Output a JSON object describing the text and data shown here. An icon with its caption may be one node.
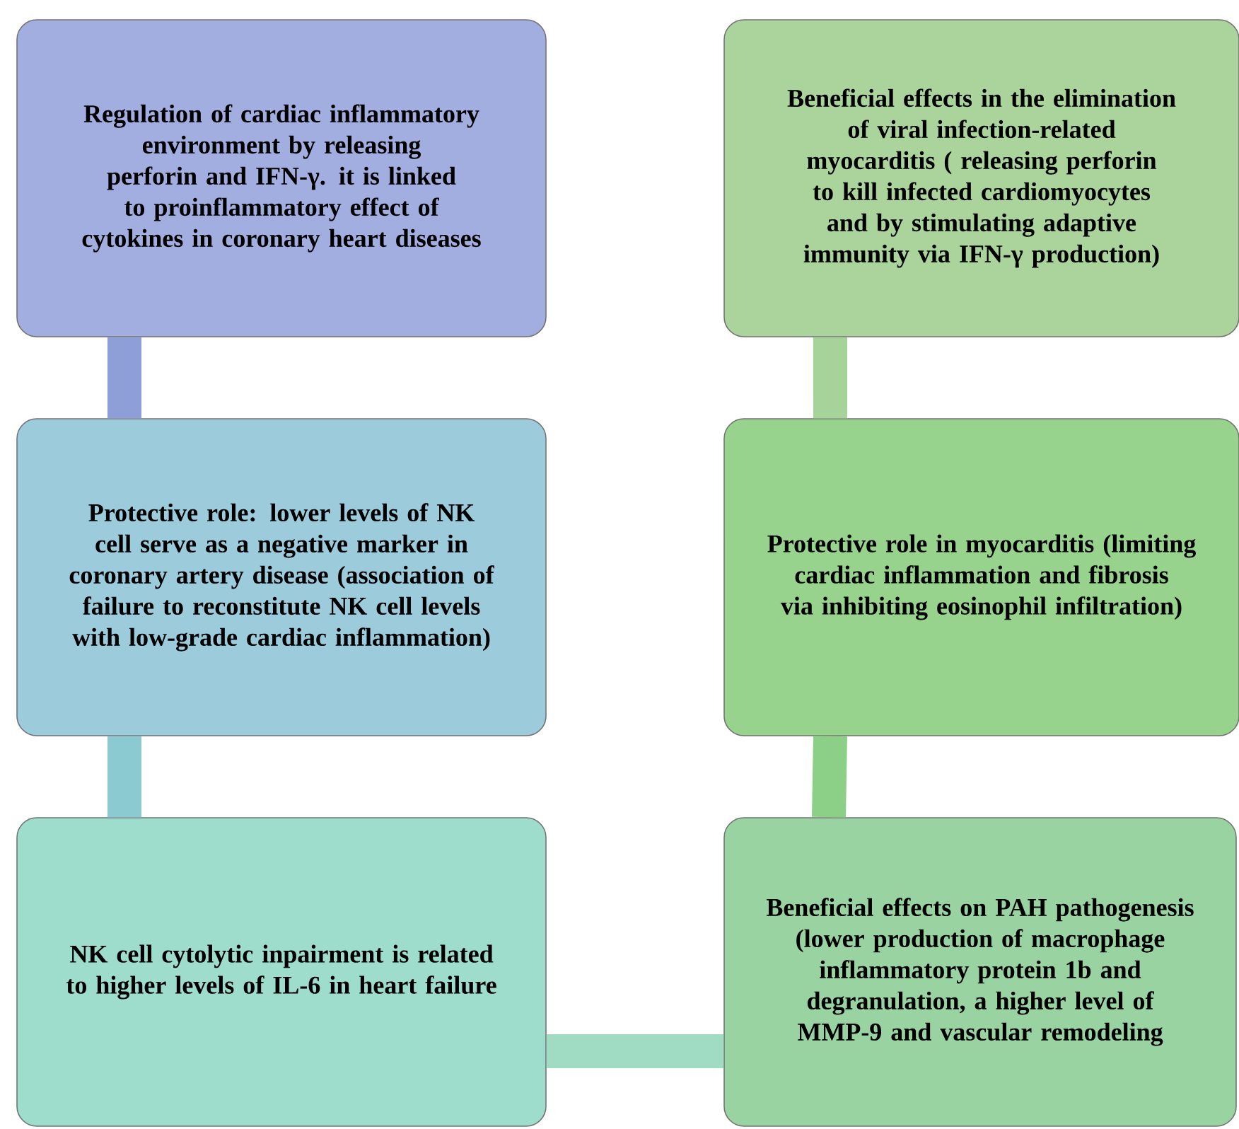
{
  "diagram": {
    "nodes": [
      {
        "text": [
          "Regulation of cardiac inflammatory environment by releasing perforin and IFN-γ. it is linked to proinflammatory effect of cytokines in coronary heart diseases"
        ]
      },
      {
        "text": [
          "Protective role: lower levels of NK cell serve as a negative marker in coronary artery disease (association of failure to reconstitute NK cell levels with low-grade cardiac inflammation)"
        ]
      },
      {
        "text": [
          "NK cell cytolytic inpairment is related to higher levels of IL-6 in heart failure"
        ]
      },
      {
        "text": [
          "Beneficial effects in the elimination of viral infection-related myocarditis ( releasing perforin to kill infected cardiomyocytes and by stimulating adaptive immunity via IFN-γ production)"
        ]
      },
      {
        "text": [
          "Protective role in myocarditis (limiting cardiac inflammation and fibrosis via inhibiting eosinophil infiltration)"
        ]
      },
      {
        "text": [
          "Beneficial effects on PAH pathogenesis (lower production of macrophage inflammatory protein 1b and degranulation, a higher level of MMP-9 and vascular remodeling"
        ]
      }
    ],
    "edges": [
      {
        "from": 0,
        "to": 1,
        "arrow": "none",
        "color": "#8e9fd8"
      },
      {
        "from": 1,
        "to": 2,
        "arrow": "none",
        "color": "#8ccad2"
      },
      {
        "from": 2,
        "to": 5,
        "arrow": "none",
        "color": "#a0dcc4"
      },
      {
        "from": 3,
        "to": 4,
        "arrow": "none",
        "color": "#a6d39a"
      },
      {
        "from": 4,
        "to": 5,
        "arrow": "none",
        "color": "#8ccf86"
      }
    ]
  }
}
